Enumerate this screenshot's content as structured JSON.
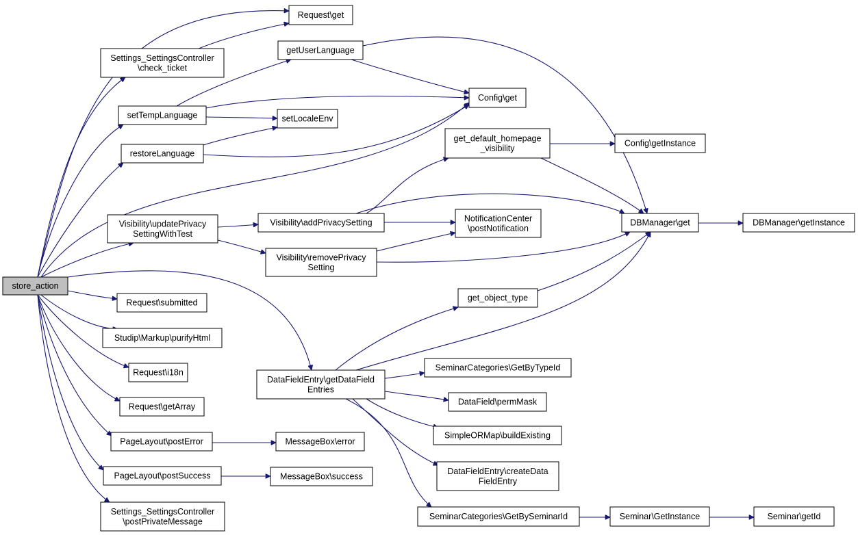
{
  "graph": {
    "nodes": [
      {
        "id": "store_action",
        "lines": [
          "store_action"
        ],
        "root": true
      },
      {
        "id": "request_get",
        "lines": [
          "Request\\get"
        ]
      },
      {
        "id": "check_ticket",
        "lines": [
          "Settings_SettingsController",
          "\\check_ticket"
        ]
      },
      {
        "id": "getUserLanguage",
        "lines": [
          "getUserLanguage"
        ]
      },
      {
        "id": "config_get",
        "lines": [
          "Config\\get"
        ]
      },
      {
        "id": "setTempLanguage",
        "lines": [
          "setTempLanguage"
        ]
      },
      {
        "id": "setLocaleEnv",
        "lines": [
          "setLocaleEnv"
        ]
      },
      {
        "id": "restoreLanguage",
        "lines": [
          "restoreLanguage"
        ]
      },
      {
        "id": "get_default_homepage_visibility",
        "lines": [
          "get_default_homepage",
          "_visibility"
        ]
      },
      {
        "id": "config_getInstance",
        "lines": [
          "Config\\getInstance"
        ]
      },
      {
        "id": "updatePrivacy",
        "lines": [
          "Visibility\\updatePrivacy",
          "SettingWithTest"
        ]
      },
      {
        "id": "addPrivacy",
        "lines": [
          "Visibility\\addPrivacySetting"
        ]
      },
      {
        "id": "postNotification",
        "lines": [
          "NotificationCenter",
          "\\postNotification"
        ]
      },
      {
        "id": "dbmanager_get",
        "lines": [
          "DBManager\\get"
        ]
      },
      {
        "id": "dbmanager_getInstance",
        "lines": [
          "DBManager\\getInstance"
        ]
      },
      {
        "id": "removePrivacy",
        "lines": [
          "Visibility\\removePrivacy",
          "Setting"
        ]
      },
      {
        "id": "request_submitted",
        "lines": [
          "Request\\submitted"
        ]
      },
      {
        "id": "get_object_type",
        "lines": [
          "get_object_type"
        ]
      },
      {
        "id": "purifyHtml",
        "lines": [
          "Studip\\Markup\\purifyHtml"
        ]
      },
      {
        "id": "request_i18n",
        "lines": [
          "Request\\i18n"
        ]
      },
      {
        "id": "getDataFieldEntries",
        "lines": [
          "DataFieldEntry\\getDataField",
          "Entries"
        ]
      },
      {
        "id": "getByTypeId",
        "lines": [
          "SeminarCategories\\GetByTypeId"
        ]
      },
      {
        "id": "request_getArray",
        "lines": [
          "Request\\getArray"
        ]
      },
      {
        "id": "permMask",
        "lines": [
          "DataField\\permMask"
        ]
      },
      {
        "id": "postError",
        "lines": [
          "PageLayout\\postError"
        ]
      },
      {
        "id": "messagebox_error",
        "lines": [
          "MessageBox\\error"
        ]
      },
      {
        "id": "buildExisting",
        "lines": [
          "SimpleORMap\\buildExisting"
        ]
      },
      {
        "id": "postSuccess",
        "lines": [
          "PageLayout\\postSuccess"
        ]
      },
      {
        "id": "messagebox_success",
        "lines": [
          "MessageBox\\success"
        ]
      },
      {
        "id": "createDataFieldEntry",
        "lines": [
          "DataFieldEntry\\createData",
          "FieldEntry"
        ]
      },
      {
        "id": "postPrivateMessage",
        "lines": [
          "Settings_SettingsController",
          "\\postPrivateMessage"
        ]
      },
      {
        "id": "getBySeminarId",
        "lines": [
          "SeminarCategories\\GetBySeminarId"
        ]
      },
      {
        "id": "seminar_getInstance",
        "lines": [
          "Seminar\\GetInstance"
        ]
      },
      {
        "id": "seminar_getId",
        "lines": [
          "Seminar\\getId"
        ]
      }
    ],
    "edges": [
      {
        "from": "store_action",
        "to": "request_get"
      },
      {
        "from": "store_action",
        "to": "check_ticket"
      },
      {
        "from": "store_action",
        "to": "setTempLanguage"
      },
      {
        "from": "store_action",
        "to": "restoreLanguage"
      },
      {
        "from": "store_action",
        "to": "config_get"
      },
      {
        "from": "store_action",
        "to": "updatePrivacy"
      },
      {
        "from": "store_action",
        "to": "getDataFieldEntries"
      },
      {
        "from": "store_action",
        "to": "request_submitted"
      },
      {
        "from": "store_action",
        "to": "purifyHtml"
      },
      {
        "from": "store_action",
        "to": "request_i18n"
      },
      {
        "from": "store_action",
        "to": "request_getArray"
      },
      {
        "from": "store_action",
        "to": "postError"
      },
      {
        "from": "store_action",
        "to": "postSuccess"
      },
      {
        "from": "store_action",
        "to": "postPrivateMessage"
      },
      {
        "from": "check_ticket",
        "to": "request_get"
      },
      {
        "from": "setTempLanguage",
        "to": "getUserLanguage"
      },
      {
        "from": "setTempLanguage",
        "to": "config_get"
      },
      {
        "from": "setTempLanguage",
        "to": "setLocaleEnv"
      },
      {
        "from": "getUserLanguage",
        "to": "config_get"
      },
      {
        "from": "getUserLanguage",
        "to": "dbmanager_get"
      },
      {
        "from": "restoreLanguage",
        "to": "setLocaleEnv"
      },
      {
        "from": "restoreLanguage",
        "to": "config_get"
      },
      {
        "from": "updatePrivacy",
        "to": "addPrivacy"
      },
      {
        "from": "updatePrivacy",
        "to": "removePrivacy"
      },
      {
        "from": "addPrivacy",
        "to": "get_default_homepage_visibility"
      },
      {
        "from": "addPrivacy",
        "to": "dbmanager_get"
      },
      {
        "from": "addPrivacy",
        "to": "postNotification"
      },
      {
        "from": "removePrivacy",
        "to": "postNotification"
      },
      {
        "from": "removePrivacy",
        "to": "dbmanager_get"
      },
      {
        "from": "get_default_homepage_visibility",
        "to": "config_getInstance"
      },
      {
        "from": "get_default_homepage_visibility",
        "to": "dbmanager_get"
      },
      {
        "from": "dbmanager_get",
        "to": "dbmanager_getInstance"
      },
      {
        "from": "getDataFieldEntries",
        "to": "get_object_type"
      },
      {
        "from": "getDataFieldEntries",
        "to": "dbmanager_get"
      },
      {
        "from": "getDataFieldEntries",
        "to": "getByTypeId"
      },
      {
        "from": "getDataFieldEntries",
        "to": "permMask"
      },
      {
        "from": "getDataFieldEntries",
        "to": "buildExisting"
      },
      {
        "from": "getDataFieldEntries",
        "to": "createDataFieldEntry"
      },
      {
        "from": "getDataFieldEntries",
        "to": "getBySeminarId"
      },
      {
        "from": "get_object_type",
        "to": "dbmanager_get"
      },
      {
        "from": "postError",
        "to": "messagebox_error"
      },
      {
        "from": "postSuccess",
        "to": "messagebox_success"
      },
      {
        "from": "getBySeminarId",
        "to": "seminar_getInstance"
      },
      {
        "from": "seminar_getInstance",
        "to": "seminar_getId"
      }
    ]
  }
}
